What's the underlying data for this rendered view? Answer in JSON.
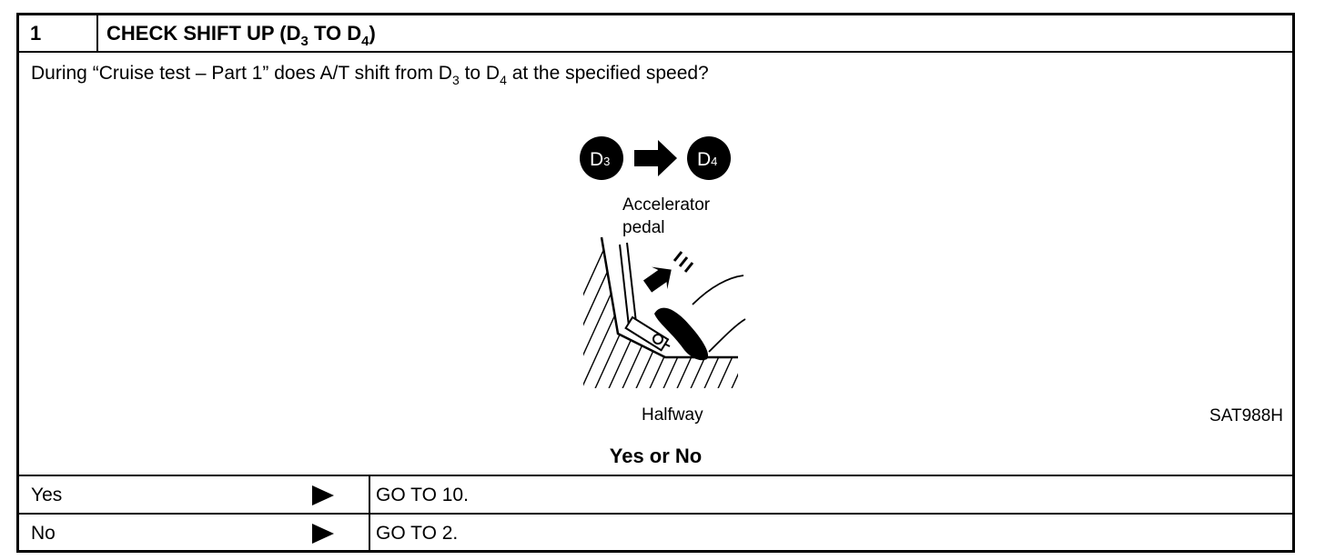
{
  "step": {
    "number": "1",
    "title_main": "CHECK SHIFT UP (D",
    "title_sub1": "3",
    "title_mid": " TO D",
    "title_sub2": "4",
    "title_end": ")"
  },
  "question": {
    "part1": "During “Cruise test – Part 1” does A/T shift from D",
    "sub1": "3",
    "part2": " to D",
    "sub2": "4",
    "part3": " at the specified speed?"
  },
  "figure": {
    "from_gear": "D",
    "from_gear_sub": "3",
    "to_gear": "D",
    "to_gear_sub": "4",
    "label_line1": "Accelerator",
    "label_line2": "pedal",
    "caption": "Halfway",
    "ref_code": "SAT988H"
  },
  "prompt": "Yes or No",
  "answers": [
    {
      "label": "Yes",
      "action": "GO TO 10."
    },
    {
      "label": "No",
      "action": "GO TO 2."
    }
  ]
}
